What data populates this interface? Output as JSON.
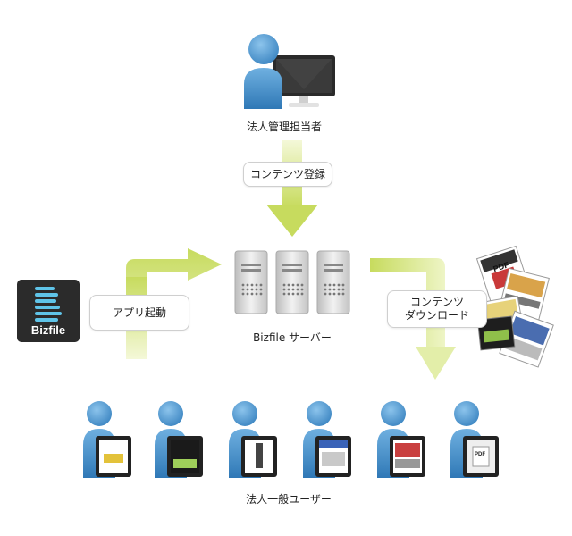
{
  "admin": {
    "label": "法人管理担当者"
  },
  "register": {
    "label": "コンテンツ登録"
  },
  "launch": {
    "label": "アプリ起動"
  },
  "download": {
    "line1": "コンテンツ",
    "line2": "ダウンロード"
  },
  "server": {
    "label": "Bizfile サーバー"
  },
  "users": {
    "label": "法人一般ユーザー"
  },
  "logo": {
    "text": "Bizfile"
  },
  "pdf": {
    "text": "PDF"
  },
  "colors": {
    "arrow": "#cfe07a",
    "arrow_light": "#eef5c6",
    "person": "#4a97cf",
    "server": "#d9d9d9"
  }
}
